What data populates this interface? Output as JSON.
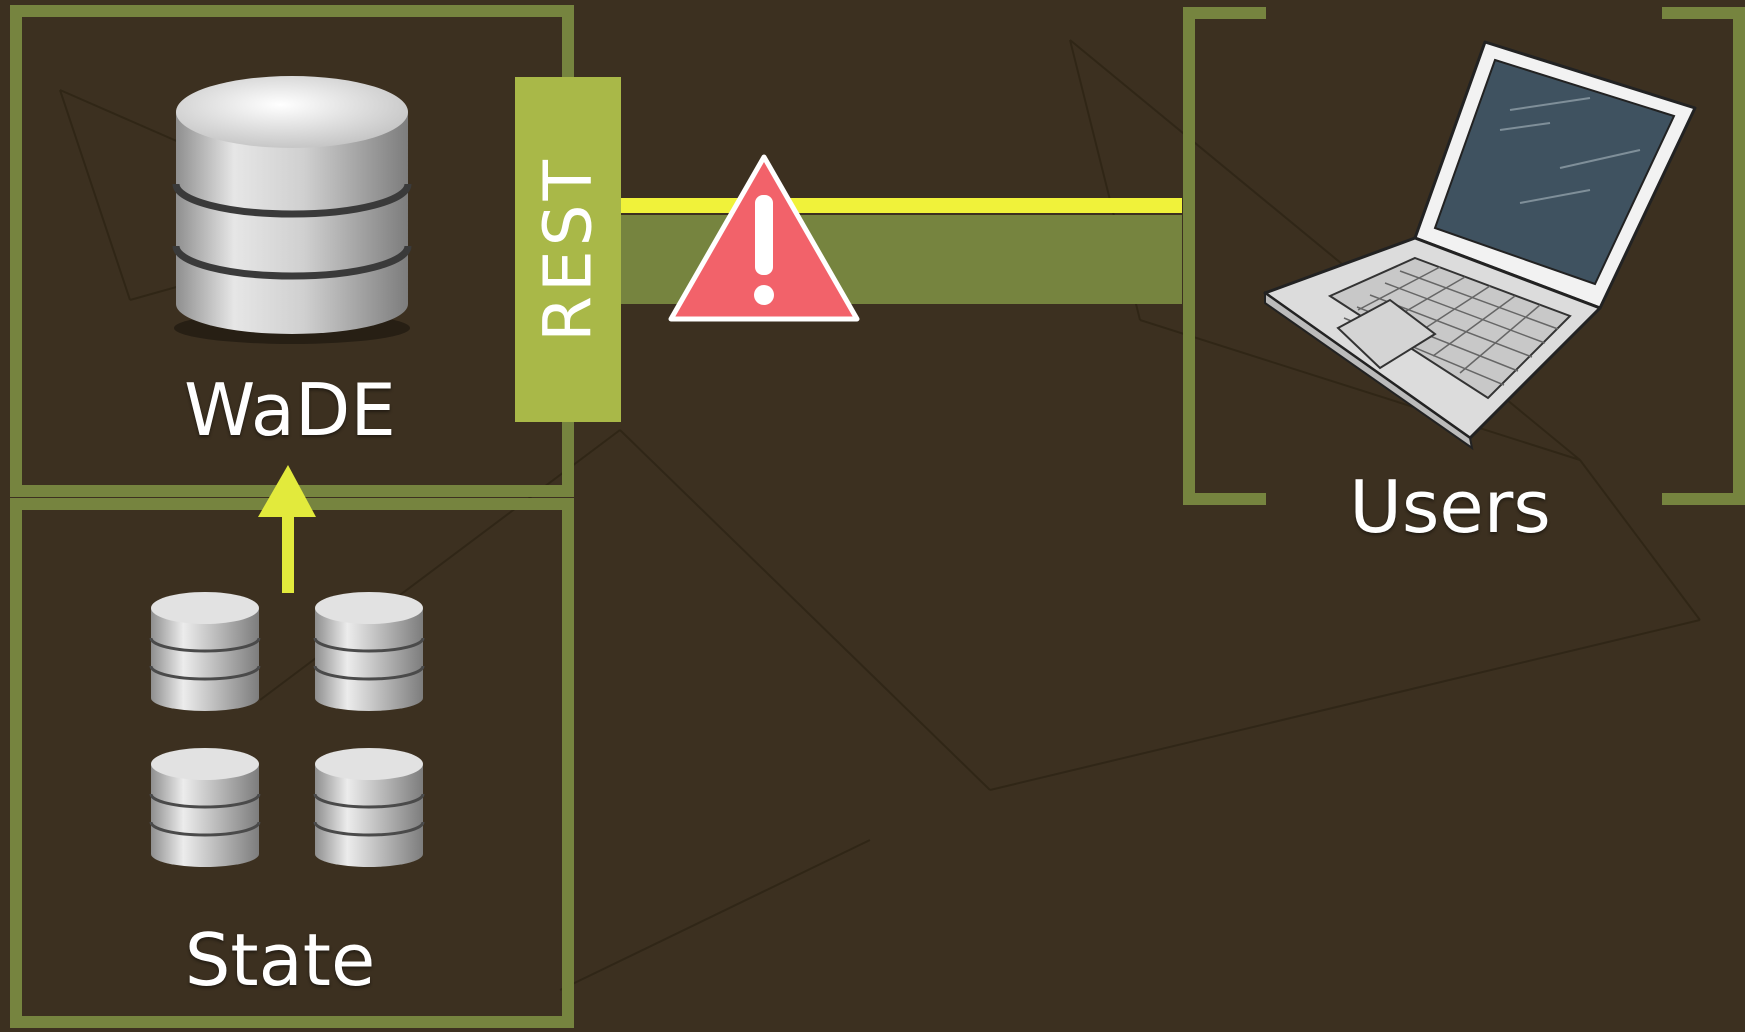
{
  "diagram": {
    "wade_label": "WaDE",
    "state_label": "State",
    "rest_label": "REST",
    "users_label": "Users"
  },
  "icons": {
    "main_database": "database-icon",
    "state_databases": [
      "database-icon",
      "database-icon",
      "database-icon",
      "database-icon"
    ],
    "warning": "warning-icon",
    "laptop": "laptop-icon",
    "arrow": "arrow-up-icon"
  },
  "colors": {
    "background": "#3c3020",
    "panel_border": "#76843f",
    "rest_block": "#a9b848",
    "connection_band": "#76843f",
    "highlight_line": "#f0f23a",
    "warning_fill": "#f2626a"
  }
}
